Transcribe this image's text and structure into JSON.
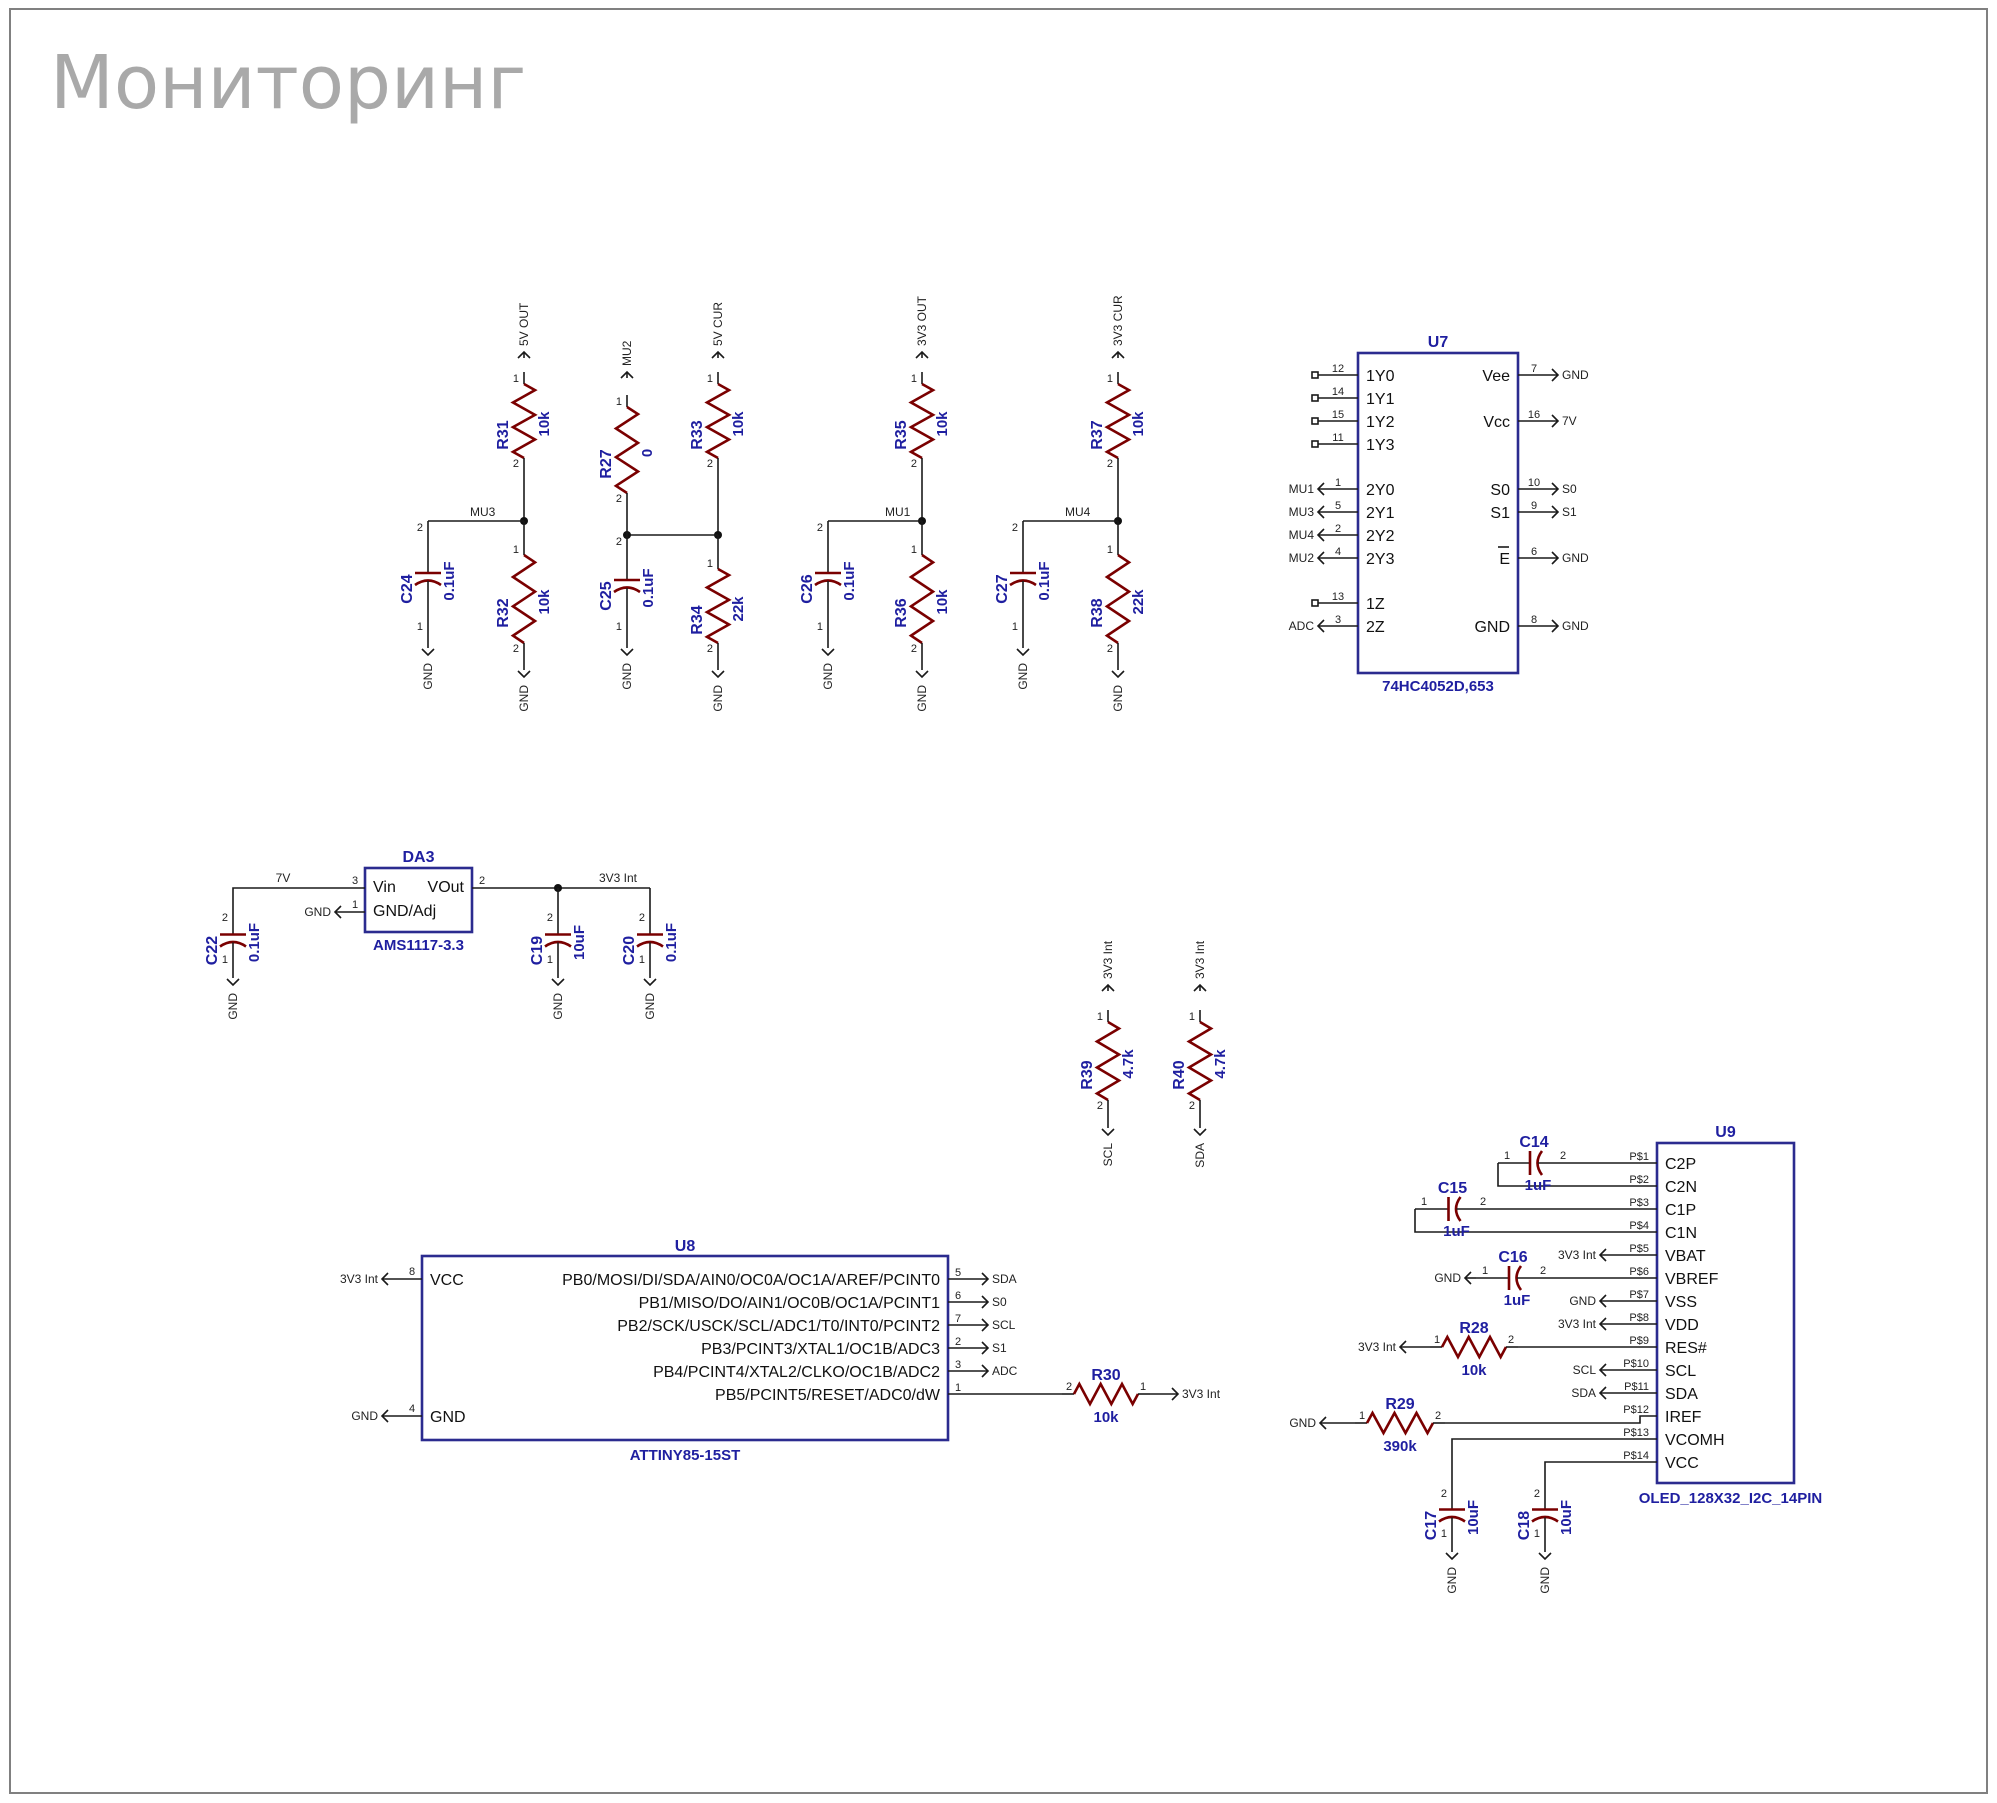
{
  "title": "Мониторинг",
  "nets": {
    "v5_out": "5V OUT",
    "v5_cur": "5V CUR",
    "v33_out": "3V3 OUT",
    "v33_cur": "3V3 CUR",
    "mu1": "MU1",
    "mu2": "MU2",
    "mu3": "MU3",
    "mu4": "MU4",
    "gnd": "GND",
    "v7": "7V",
    "v33_int": "3V3 Int",
    "s0": "S0",
    "s1": "S1",
    "adc": "ADC",
    "sda": "SDA",
    "scl": "SCL"
  },
  "parts": {
    "R31": {
      "ref": "R31",
      "val": "10k"
    },
    "R32": {
      "ref": "R32",
      "val": "10k"
    },
    "R27": {
      "ref": "R27",
      "val": "0"
    },
    "R33": {
      "ref": "R33",
      "val": "10k"
    },
    "R34": {
      "ref": "R34",
      "val": "22k"
    },
    "R35": {
      "ref": "R35",
      "val": "10k"
    },
    "R36": {
      "ref": "R36",
      "val": "10k"
    },
    "R37": {
      "ref": "R37",
      "val": "10k"
    },
    "R38": {
      "ref": "R38",
      "val": "22k"
    },
    "R39": {
      "ref": "R39",
      "val": "4.7k"
    },
    "R40": {
      "ref": "R40",
      "val": "4.7k"
    },
    "R30": {
      "ref": "R30",
      "val": "10k"
    },
    "R28": {
      "ref": "R28",
      "val": "10k"
    },
    "R29": {
      "ref": "R29",
      "val": "390k"
    },
    "C24": {
      "ref": "C24",
      "val": "0.1uF"
    },
    "C25": {
      "ref": "C25",
      "val": "0.1uF"
    },
    "C26": {
      "ref": "C26",
      "val": "0.1uF"
    },
    "C27": {
      "ref": "C27",
      "val": "0.1uF"
    },
    "C22": {
      "ref": "C22",
      "val": "0.1uF"
    },
    "C19": {
      "ref": "C19",
      "val": "10uF"
    },
    "C20": {
      "ref": "C20",
      "val": "0.1uF"
    },
    "C14": {
      "ref": "C14",
      "val": "1uF"
    },
    "C15": {
      "ref": "C15",
      "val": "1uF"
    },
    "C16": {
      "ref": "C16",
      "val": "1uF"
    },
    "C17": {
      "ref": "C17",
      "val": "10uF"
    },
    "C18": {
      "ref": "C18",
      "val": "10uF"
    }
  },
  "u7": {
    "ref": "U7",
    "part": "74HC4052D,653",
    "left_pins": [
      {
        "num": "12",
        "name": "1Y0"
      },
      {
        "num": "14",
        "name": "1Y1"
      },
      {
        "num": "15",
        "name": "1Y2"
      },
      {
        "num": "11",
        "name": "1Y3"
      },
      {
        "num": "1",
        "name": "2Y0"
      },
      {
        "num": "5",
        "name": "2Y1"
      },
      {
        "num": "2",
        "name": "2Y2"
      },
      {
        "num": "4",
        "name": "2Y3"
      },
      {
        "num": "13",
        "name": "1Z"
      },
      {
        "num": "3",
        "name": "2Z"
      }
    ],
    "right_pins": [
      {
        "num": "7",
        "name": "Vee"
      },
      {
        "num": "16",
        "name": "Vcc"
      },
      {
        "num": "10",
        "name": "S0"
      },
      {
        "num": "9",
        "name": "S1"
      },
      {
        "num": "6",
        "name": "E"
      },
      {
        "num": "8",
        "name": "GND"
      }
    ]
  },
  "da3": {
    "ref": "DA3",
    "part": "AMS1117-3.3",
    "vin": "Vin",
    "vout": "VOut",
    "gnd": "GND/Adj",
    "pin_vin": "3",
    "pin_vout": "2",
    "pin_gnd": "1"
  },
  "u8": {
    "ref": "U8",
    "part": "ATTINY85-15ST",
    "vcc": "VCC",
    "gnd": "GND",
    "pin_vcc": "8",
    "pin_gnd": "4",
    "pins": [
      {
        "num": "5",
        "name": "PB0/MOSI/DI/SDA/AIN0/OC0A/OC1A/AREF/PCINT0",
        "net": "SDA"
      },
      {
        "num": "6",
        "name": "PB1/MISO/DO/AIN1/OC0B/OC1A/PCINT1",
        "net": "S0"
      },
      {
        "num": "7",
        "name": "PB2/SCK/USCK/SCL/ADC1/T0/INT0/PCINT2",
        "net": "SCL"
      },
      {
        "num": "2",
        "name": "PB3/PCINT3/XTAL1/OC1B/ADC3",
        "net": "S1"
      },
      {
        "num": "3",
        "name": "PB4/PCINT4/XTAL2/CLKO/OC1B/ADC2",
        "net": "ADC"
      },
      {
        "num": "1",
        "name": "PB5/PCINT5/RESET/ADC0/dW",
        "net": ""
      }
    ]
  },
  "u9": {
    "ref": "U9",
    "part": "OLED_128X32_I2C_14PIN",
    "pins": [
      {
        "num": "P$1",
        "name": "C2P"
      },
      {
        "num": "P$2",
        "name": "C2N"
      },
      {
        "num": "P$3",
        "name": "C1P"
      },
      {
        "num": "P$4",
        "name": "C1N"
      },
      {
        "num": "P$5",
        "name": "VBAT"
      },
      {
        "num": "P$6",
        "name": "VBREF"
      },
      {
        "num": "P$7",
        "name": "VSS"
      },
      {
        "num": "P$8",
        "name": "VDD"
      },
      {
        "num": "P$9",
        "name": "RES#"
      },
      {
        "num": "P$10",
        "name": "SCL"
      },
      {
        "num": "P$11",
        "name": "SDA"
      },
      {
        "num": "P$12",
        "name": "IREF"
      },
      {
        "num": "P$13",
        "name": "VCOMH"
      },
      {
        "num": "P$14",
        "name": "VCC"
      }
    ]
  }
}
